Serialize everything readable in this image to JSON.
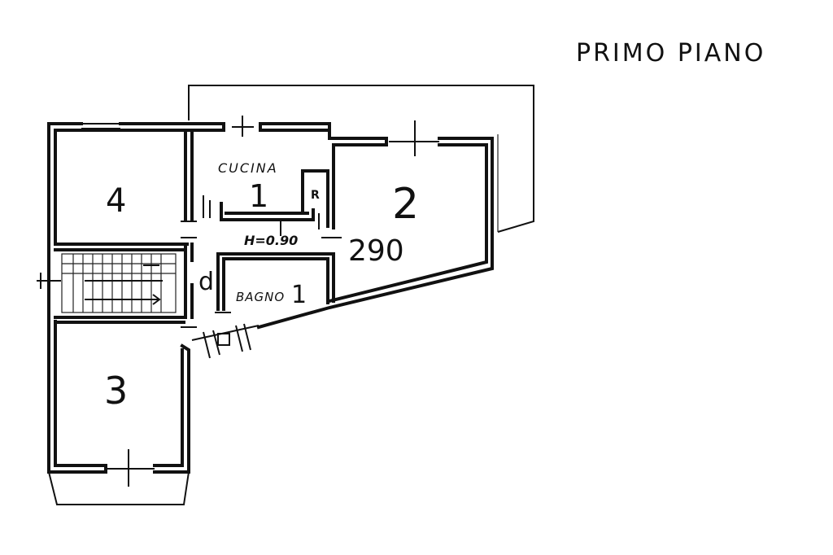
{
  "floor_title": "PRIMO PIANO",
  "rooms": {
    "bedroom_top_left": {
      "number": "4"
    },
    "kitchen": {
      "label": "CUCINA",
      "number": "1"
    },
    "living": {
      "number": "2"
    },
    "bathroom": {
      "label": "BAGNO",
      "number": "1"
    },
    "room_bottom_left": {
      "number": "3"
    }
  },
  "annotations": {
    "ceiling_height": "H=0.90",
    "dimension": "290",
    "radiator_mark": "R",
    "door_mark": "d"
  },
  "colors": {
    "ink": "#111111",
    "paper": "#ffffff"
  }
}
